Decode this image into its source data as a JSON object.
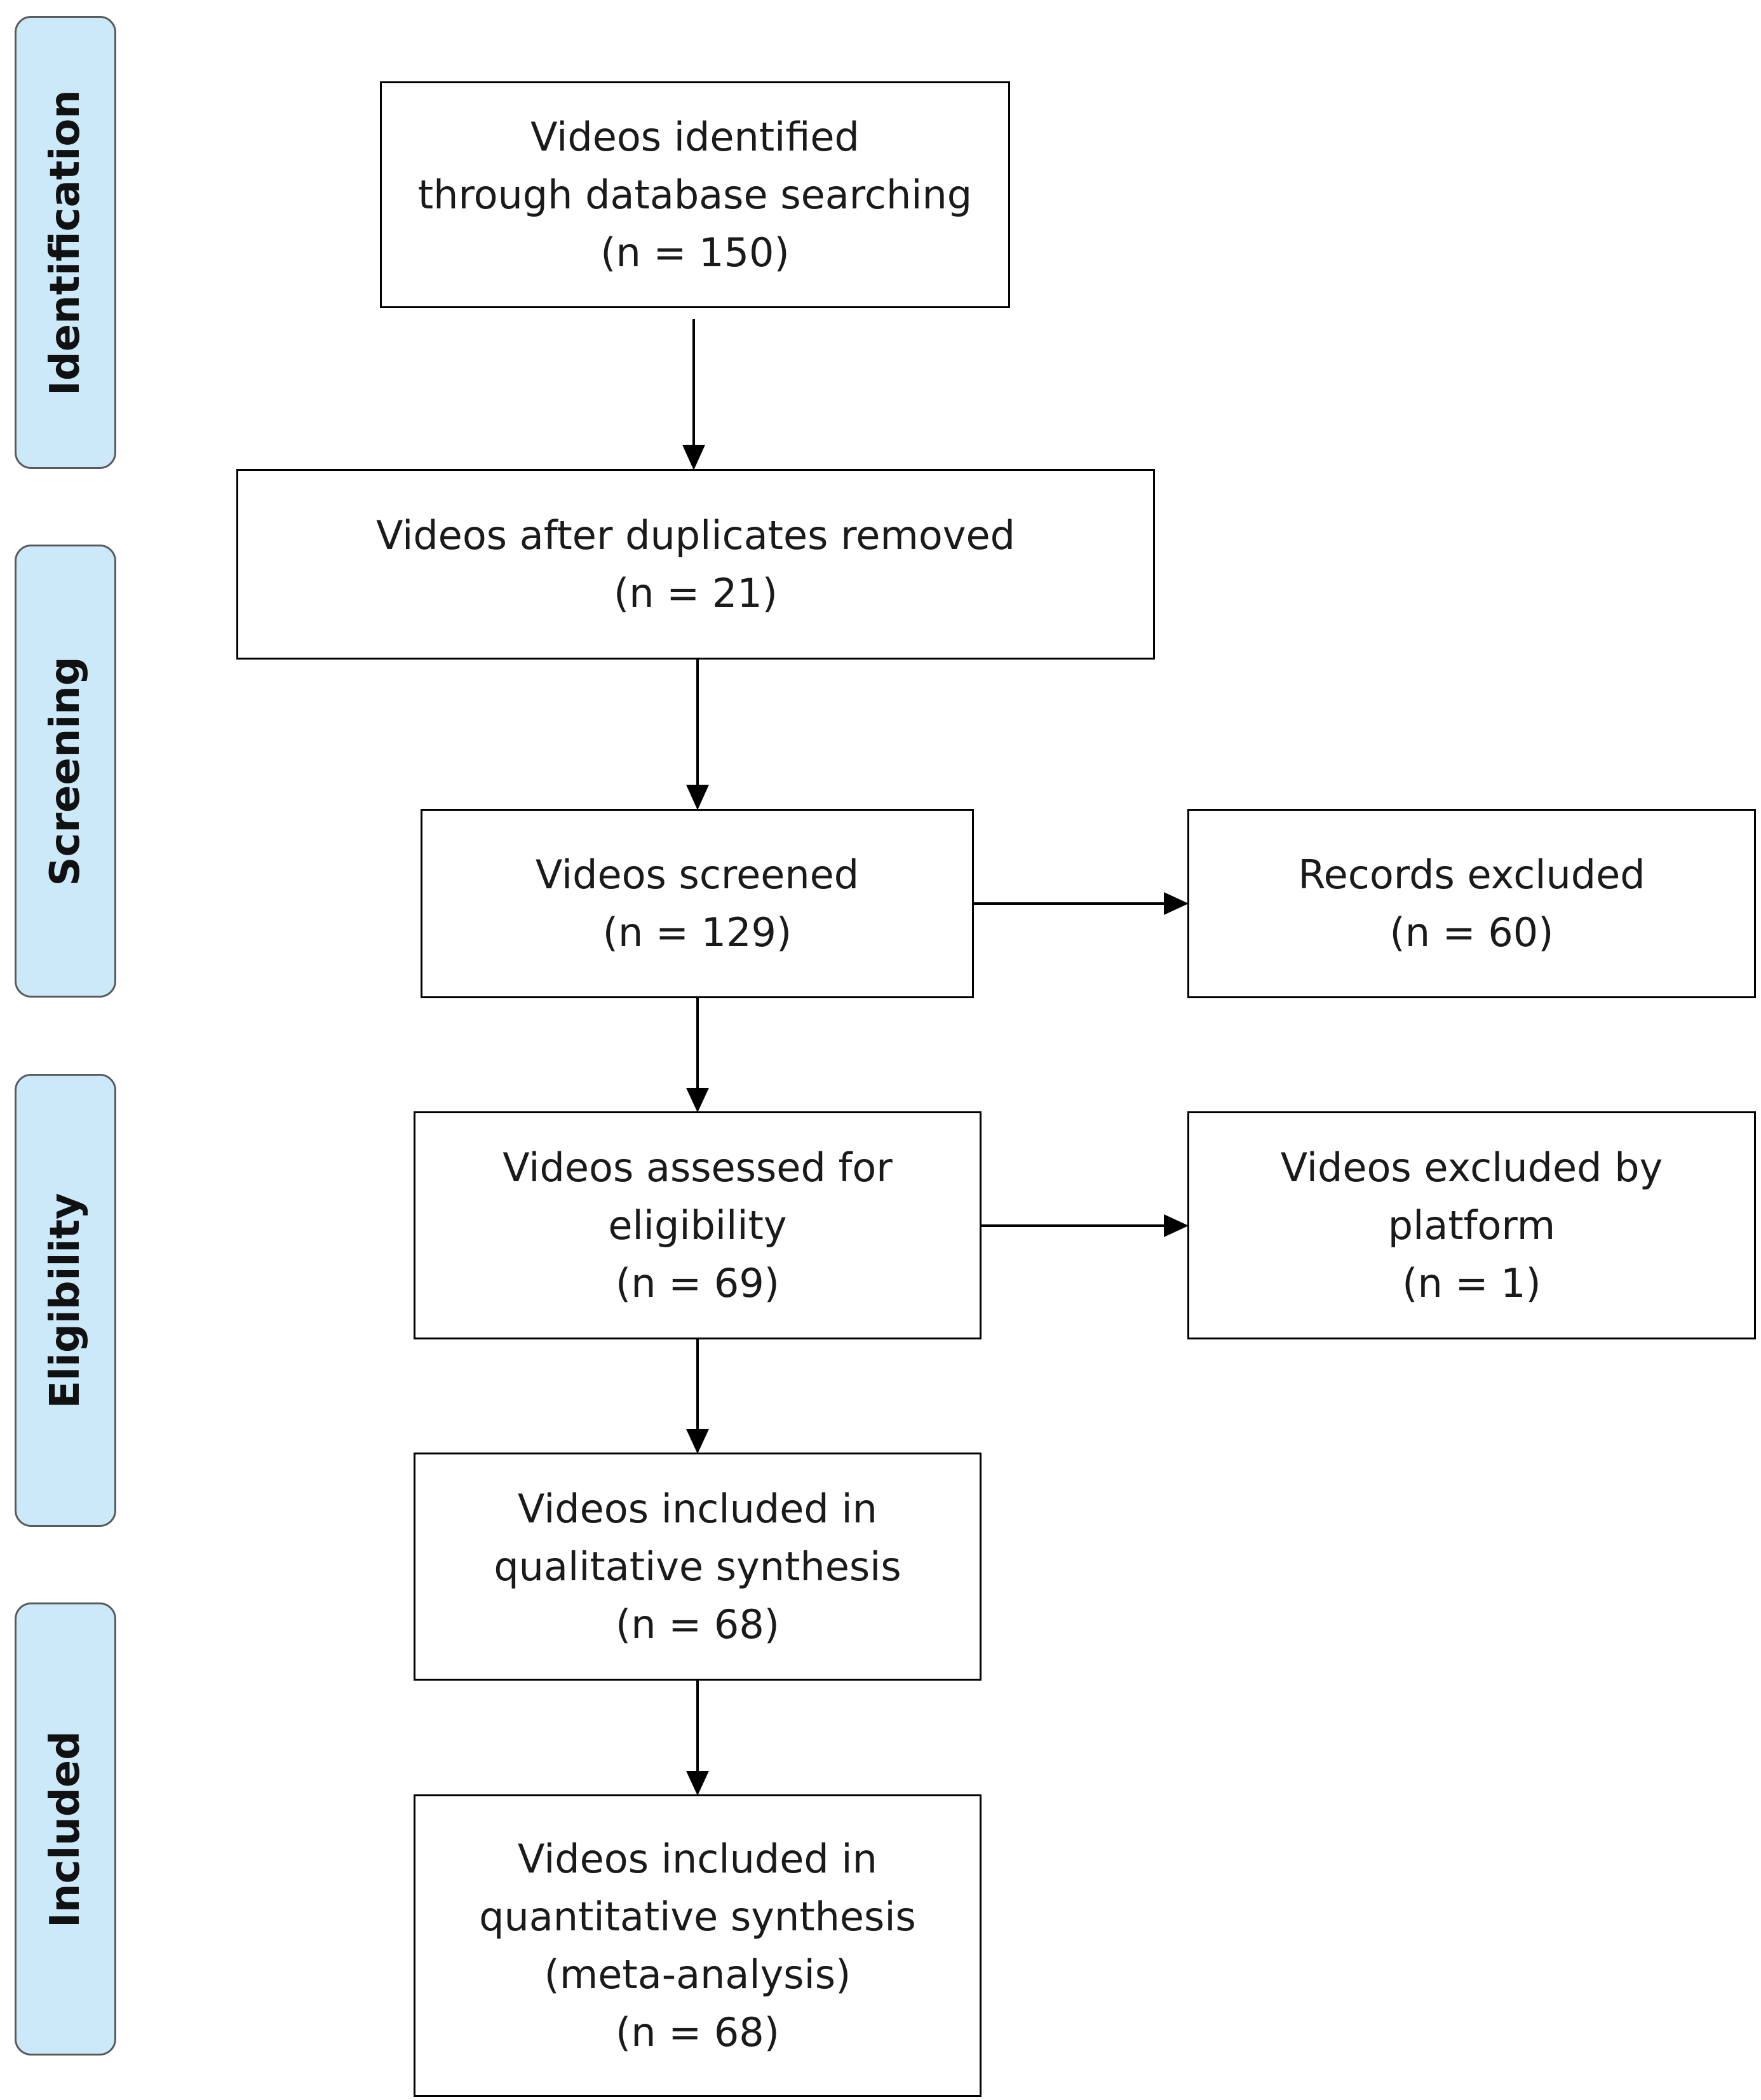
{
  "stages": [
    "Identification",
    "Screening",
    "Eligibility",
    "Included"
  ],
  "boxes": {
    "identified": {
      "lines": [
        "Videos identified",
        "through database searching",
        "(n = 150)"
      ]
    },
    "duplicates_removed": {
      "lines": [
        "Videos after duplicates removed",
        "(n = 21)"
      ]
    },
    "screened": {
      "lines": [
        "Videos screened",
        "(n = 129)"
      ]
    },
    "records_excluded": {
      "lines": [
        "Records excluded",
        "(n = 60)"
      ]
    },
    "assessed": {
      "lines": [
        "Videos assessed for",
        "eligibility",
        "(n = 69)"
      ]
    },
    "excluded_platform": {
      "lines": [
        "Videos excluded by",
        "platform",
        "(n = 1)"
      ]
    },
    "qualitative": {
      "lines": [
        "Videos included in",
        "qualitative synthesis",
        "(n = 68)"
      ]
    },
    "quantitative": {
      "lines": [
        "Videos included in",
        "quantitative synthesis",
        "(meta-analysis)",
        "(n = 68)"
      ]
    }
  },
  "colors": {
    "stage_fill": "#cce9fa",
    "stage_border": "#5a5a5a",
    "box_border": "#000000",
    "arrow": "#000000"
  }
}
